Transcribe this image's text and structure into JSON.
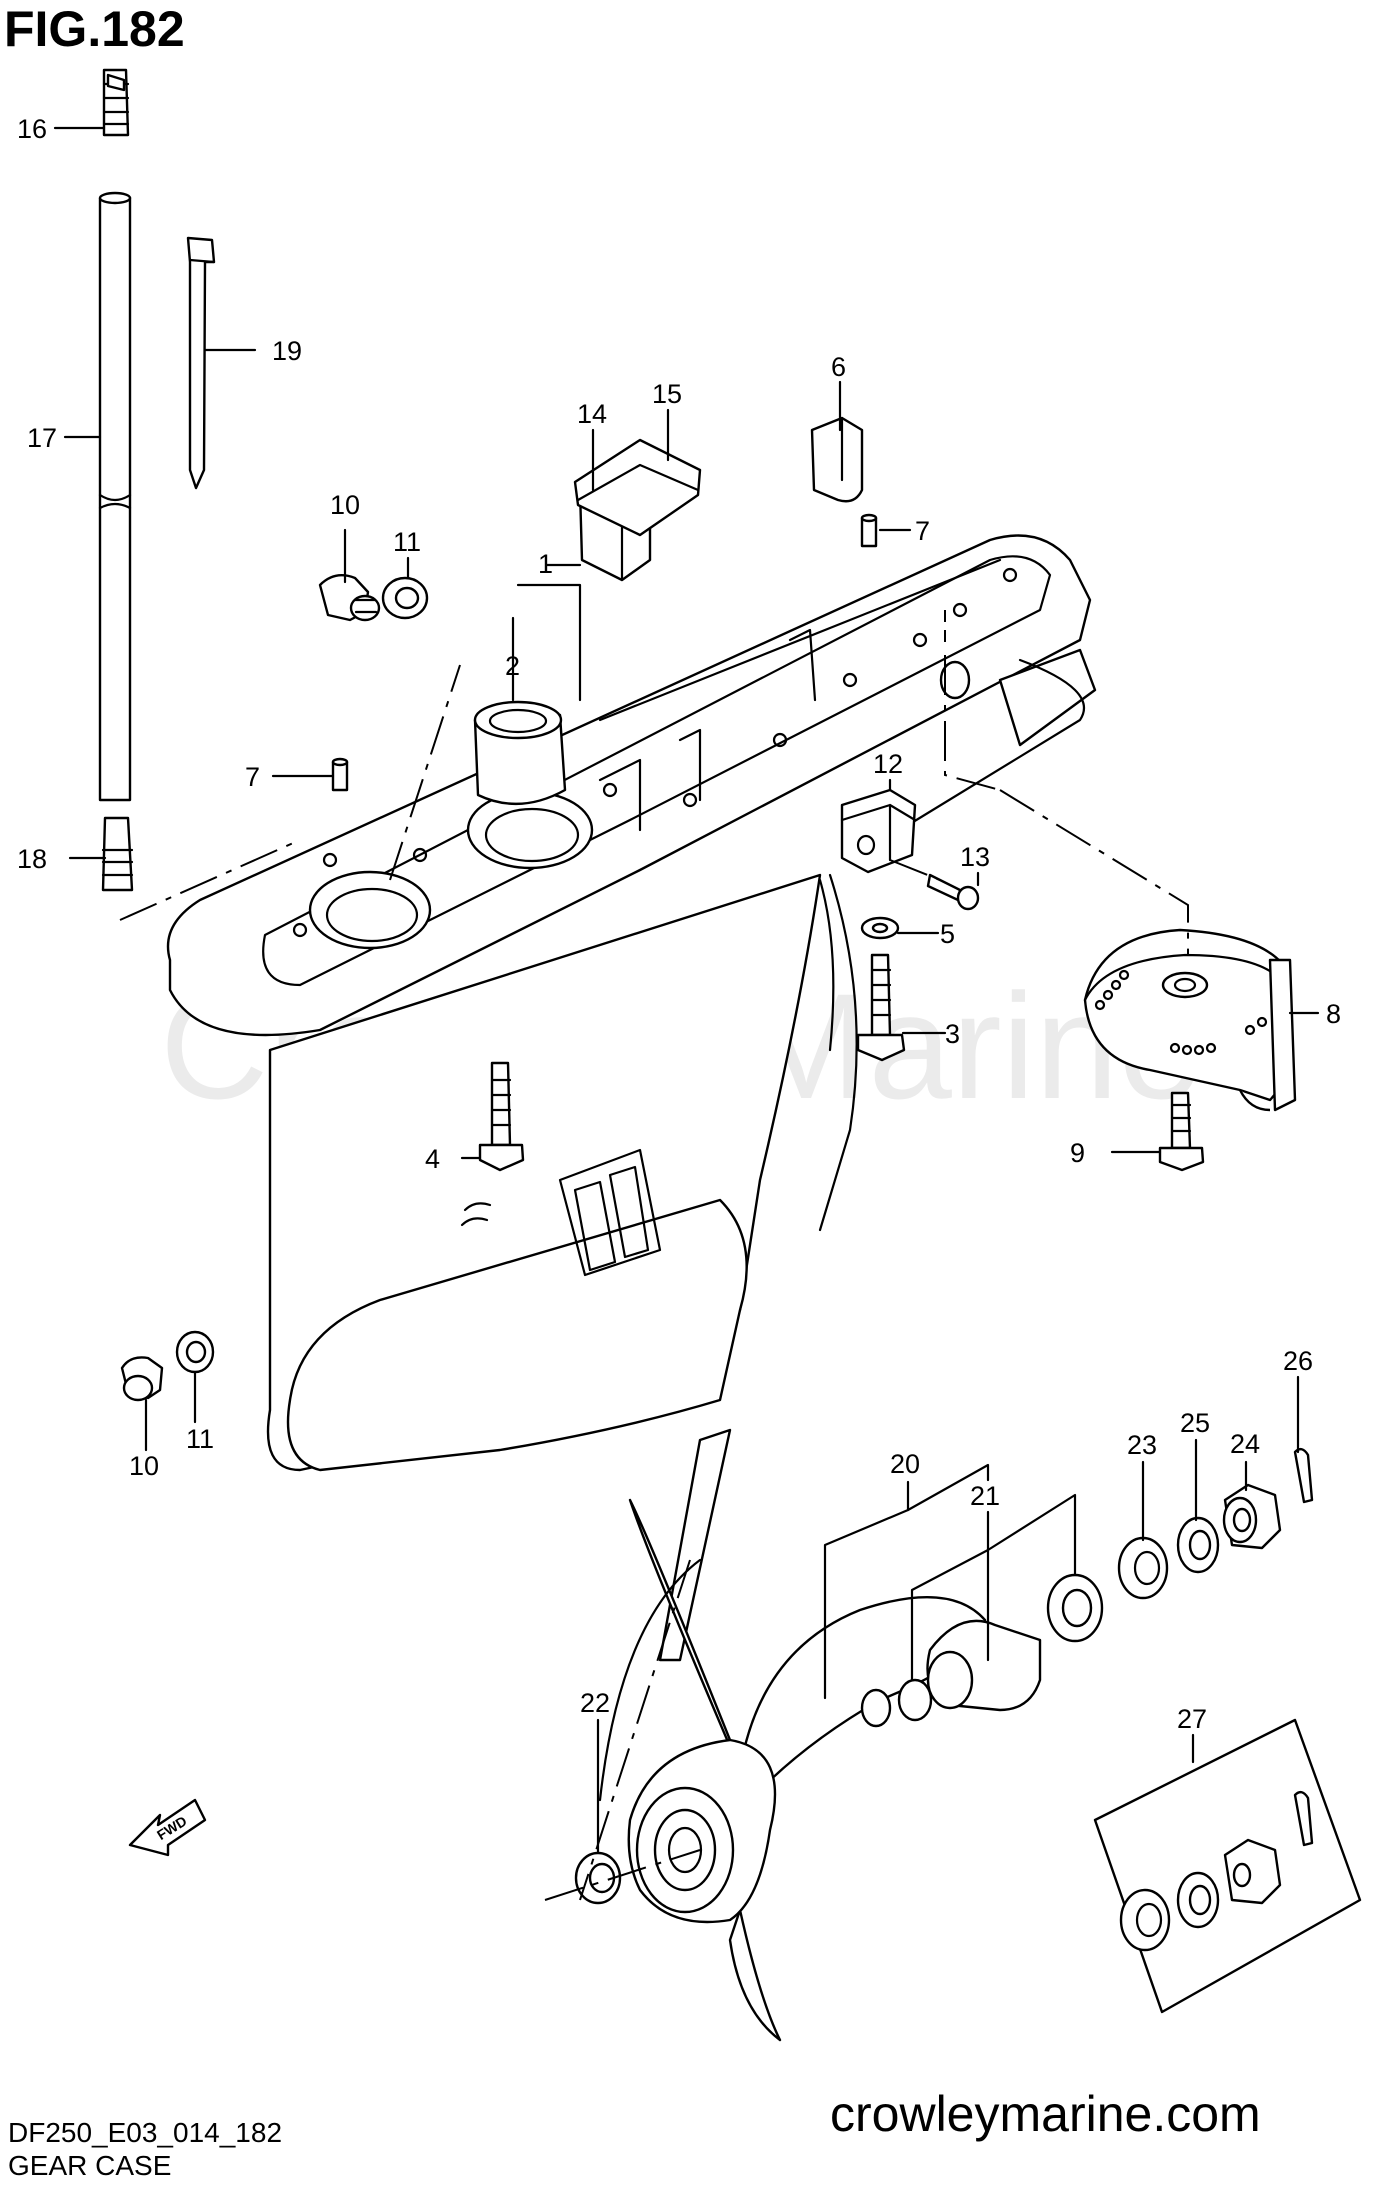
{
  "figure": {
    "title": "FIG.182"
  },
  "watermark": "Crowley Marine",
  "footer": {
    "model": "DF250_E03_014_182",
    "caption": "GEAR CASE",
    "website": "crowleymarine.com"
  },
  "fwd_label": "FWD",
  "callouts": [
    {
      "id": "c16",
      "label": "16"
    },
    {
      "id": "c17",
      "label": "17"
    },
    {
      "id": "c19",
      "label": "19"
    },
    {
      "id": "c14",
      "label": "14"
    },
    {
      "id": "c15",
      "label": "15"
    },
    {
      "id": "c6",
      "label": "6"
    },
    {
      "id": "c7a",
      "label": "7"
    },
    {
      "id": "c10a",
      "label": "10"
    },
    {
      "id": "c11a",
      "label": "11"
    },
    {
      "id": "c1",
      "label": "1"
    },
    {
      "id": "c2",
      "label": "2"
    },
    {
      "id": "c7b",
      "label": "7"
    },
    {
      "id": "c12",
      "label": "12"
    },
    {
      "id": "c13",
      "label": "13"
    },
    {
      "id": "c18",
      "label": "18"
    },
    {
      "id": "c5",
      "label": "5"
    },
    {
      "id": "c3",
      "label": "3"
    },
    {
      "id": "c8",
      "label": "8"
    },
    {
      "id": "c4",
      "label": "4"
    },
    {
      "id": "c9",
      "label": "9"
    },
    {
      "id": "c26",
      "label": "26"
    },
    {
      "id": "c24",
      "label": "24"
    },
    {
      "id": "c25",
      "label": "25"
    },
    {
      "id": "c23",
      "label": "23"
    },
    {
      "id": "c20",
      "label": "20"
    },
    {
      "id": "c21",
      "label": "21"
    },
    {
      "id": "c10b",
      "label": "10"
    },
    {
      "id": "c11b",
      "label": "11"
    },
    {
      "id": "c27",
      "label": "27"
    },
    {
      "id": "c22",
      "label": "22"
    }
  ]
}
